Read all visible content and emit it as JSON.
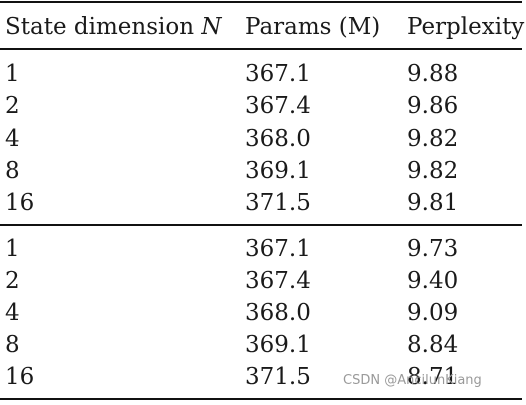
{
  "table": {
    "headers": {
      "col1_text": "State dimension ",
      "col1_symbol": "N",
      "col2": "Params (M)",
      "col3": "Perplexity"
    },
    "groups": [
      {
        "rows": [
          {
            "n": "1",
            "params": "367.1",
            "perplexity": "9.88"
          },
          {
            "n": "2",
            "params": "367.4",
            "perplexity": "9.86"
          },
          {
            "n": "4",
            "params": "368.0",
            "perplexity": "9.82"
          },
          {
            "n": "8",
            "params": "369.1",
            "perplexity": "9.82"
          },
          {
            "n": "16",
            "params": "371.5",
            "perplexity": "9.81"
          }
        ]
      },
      {
        "rows": [
          {
            "n": "1",
            "params": "367.1",
            "perplexity": "9.73"
          },
          {
            "n": "2",
            "params": "367.4",
            "perplexity": "9.40"
          },
          {
            "n": "4",
            "params": "368.0",
            "perplexity": "9.09"
          },
          {
            "n": "8",
            "params": "369.1",
            "perplexity": "8.84"
          },
          {
            "n": "16",
            "params": "371.5",
            "perplexity": "8.71"
          }
        ]
      }
    ]
  },
  "watermark": "CSDN @AncilunKiang"
}
